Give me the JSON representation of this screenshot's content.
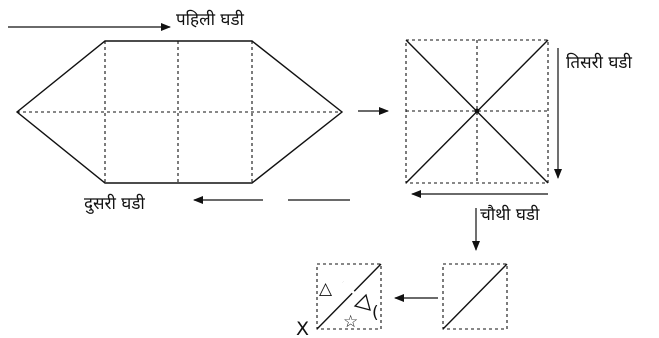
{
  "labels": {
    "first_fold": "पहिली घडी",
    "second_fold": "दुसरी घडी",
    "third_fold": "तिसरी घडी",
    "fourth_fold": "चौथी घडी",
    "corner_mark": "X"
  },
  "symbols": {
    "triangle": "△",
    "star": "☆",
    "crescent": "("
  }
}
